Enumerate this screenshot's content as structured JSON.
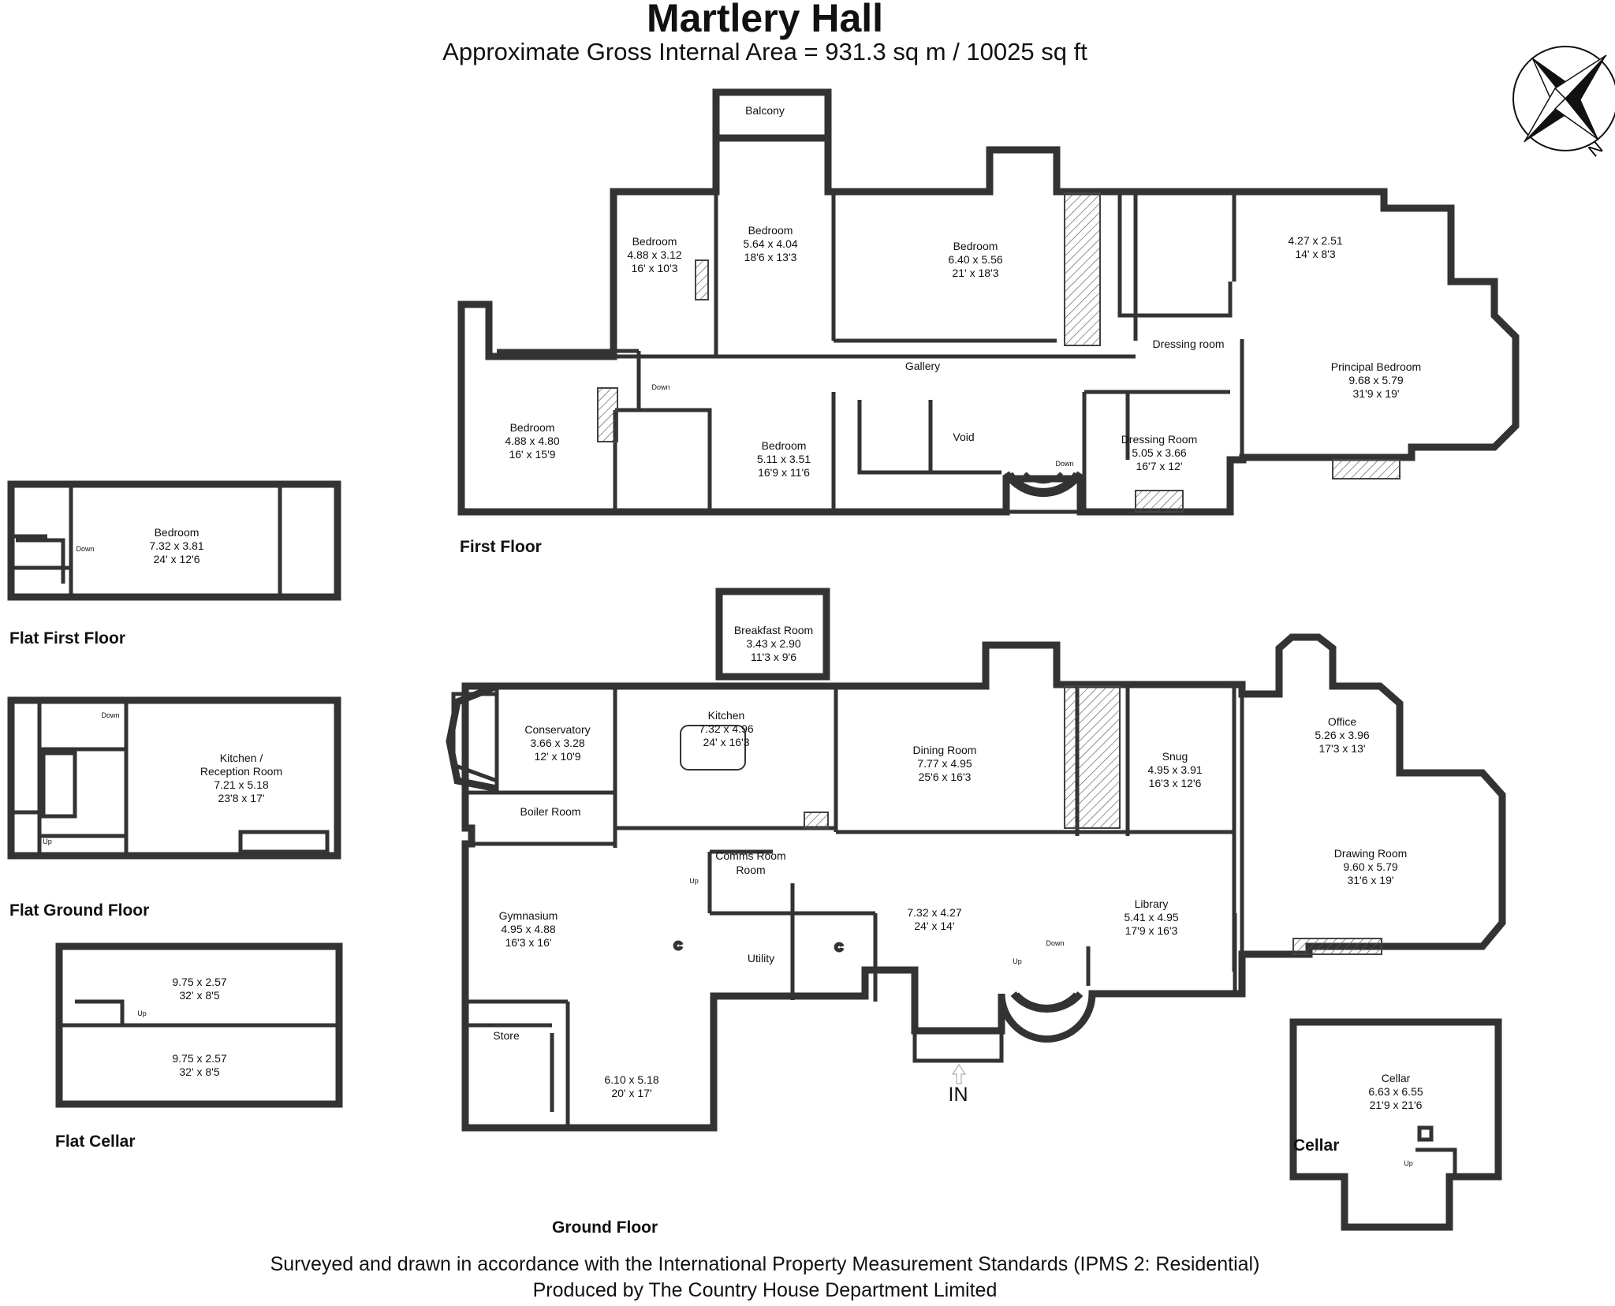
{
  "title": "Martlery Hall",
  "subtitle": "Approximate Gross Internal Area = 931.3 sq m / 10025 sq ft",
  "footer": {
    "line1": "Surveyed and drawn in accordance with the International Property Measurement Standards (IPMS 2: Residential)",
    "line2": "Produced by The Country House Department Limited"
  },
  "compass": {
    "label": "N"
  },
  "entrance_label": "IN",
  "floors": {
    "first_floor": {
      "label": "First Floor",
      "rooms": [
        {
          "name": "Balcony",
          "metric": "",
          "imperial": ""
        },
        {
          "name": "Bedroom",
          "metric": "4.88 x 3.12",
          "imperial": "16' x 10'3"
        },
        {
          "name": "Bedroom",
          "metric": "5.64 x 4.04",
          "imperial": "18'6 x 13'3"
        },
        {
          "name": "Bedroom",
          "metric": "6.40 x 5.56",
          "imperial": "21' x 18'3"
        },
        {
          "name": "",
          "metric": "4.27 x 2.51",
          "imperial": "14' x 8'3"
        },
        {
          "name": "Dressing room",
          "metric": "",
          "imperial": ""
        },
        {
          "name": "Principal Bedroom",
          "metric": "9.68 x 5.79",
          "imperial": "31'9 x 19'"
        },
        {
          "name": "Gallery",
          "metric": "",
          "imperial": ""
        },
        {
          "name": "Bedroom",
          "metric": "4.88 x 4.80",
          "imperial": "16' x 15'9"
        },
        {
          "name": "Bedroom",
          "metric": "5.11 x 3.51",
          "imperial": "16'9 x 11'6"
        },
        {
          "name": "Void",
          "metric": "",
          "imperial": ""
        },
        {
          "name": "Dressing Room",
          "metric": "5.05 x 3.66",
          "imperial": "16'7 x 12'"
        }
      ],
      "notes": [
        "Down",
        "Down"
      ]
    },
    "ground_floor": {
      "label": "Ground Floor",
      "rooms": [
        {
          "name": "Breakfast Room",
          "metric": "3.43 x 2.90",
          "imperial": "11'3 x 9'6"
        },
        {
          "name": "Conservatory",
          "metric": "3.66 x 3.28",
          "imperial": "12' x 10'9"
        },
        {
          "name": "Kitchen",
          "metric": "7.32 x 4.96",
          "imperial": "24' x 16'3"
        },
        {
          "name": "Dining Room",
          "metric": "7.77 x 4.95",
          "imperial": "25'6 x 16'3"
        },
        {
          "name": "Snug",
          "metric": "4.95 x 3.91",
          "imperial": "16'3 x 12'6"
        },
        {
          "name": "Office",
          "metric": "5.26 x 3.96",
          "imperial": "17'3 x 13'"
        },
        {
          "name": "Boiler Room",
          "metric": "",
          "imperial": ""
        },
        {
          "name": "Comms Room",
          "metric": "",
          "imperial": ""
        },
        {
          "name": "Gymnasium",
          "metric": "4.95 x 4.88",
          "imperial": "16'3 x 16'"
        },
        {
          "name": "",
          "metric": "7.32 x 4.27",
          "imperial": "24' x 14'"
        },
        {
          "name": "Library",
          "metric": "5.41 x 4.95",
          "imperial": "17'9 x 16'3"
        },
        {
          "name": "Drawing Room",
          "metric": "9.60 x 5.79",
          "imperial": "31'6 x 19'"
        },
        {
          "name": "Utility",
          "metric": "",
          "imperial": ""
        },
        {
          "name": "Store",
          "metric": "",
          "imperial": ""
        },
        {
          "name": "",
          "metric": "6.10 x 5.18",
          "imperial": "20' x 17'"
        }
      ],
      "notes": [
        "Up",
        "Up",
        "Down"
      ]
    },
    "flat_first_floor": {
      "label": "Flat First Floor",
      "rooms": [
        {
          "name": "Bedroom",
          "metric": "7.32 x 3.81",
          "imperial": "24' x 12'6"
        }
      ],
      "notes": [
        "Down"
      ]
    },
    "flat_ground_floor": {
      "label": "Flat Ground Floor",
      "rooms": [
        {
          "name": "Kitchen /",
          "name2": "Reception Room",
          "metric": "7.21 x 5.18",
          "imperial": "23'8 x 17'"
        }
      ],
      "notes": [
        "Down",
        "Up"
      ]
    },
    "flat_cellar": {
      "label": "Flat Cellar",
      "rooms": [
        {
          "name": "",
          "metric": "9.75 x 2.57",
          "imperial": "32' x 8'5"
        },
        {
          "name": "",
          "metric": "9.75 x 2.57",
          "imperial": "32' x 8'5"
        }
      ],
      "notes": [
        "Up"
      ]
    },
    "cellar": {
      "label": "Cellar",
      "rooms": [
        {
          "name": "Cellar",
          "metric": "6.63 x 6.55",
          "imperial": "21'9 x 21'6"
        }
      ],
      "notes": [
        "Up"
      ]
    }
  }
}
